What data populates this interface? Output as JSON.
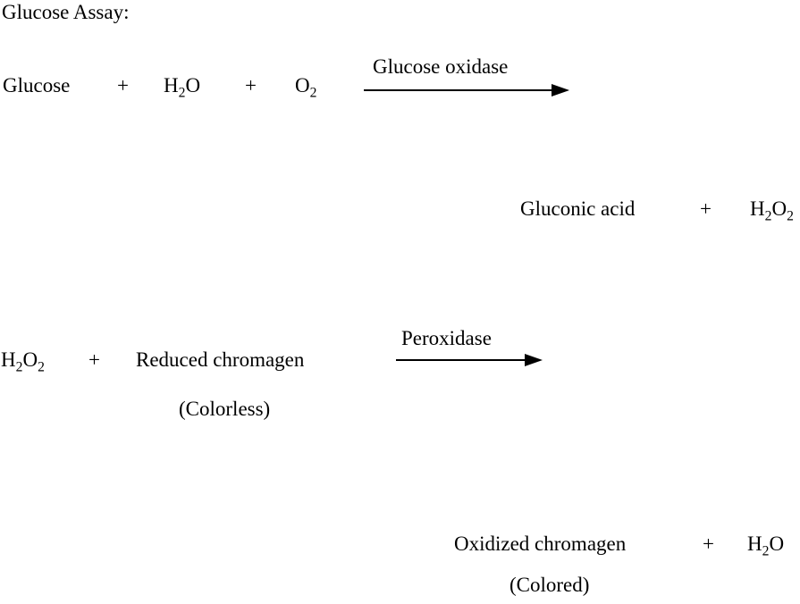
{
  "colors": {
    "text": "#000000",
    "background": "#ffffff"
  },
  "title": "Glucose Assay:",
  "plus": "+",
  "reactions": [
    {
      "enzyme": "Glucose oxidase",
      "reactants": [
        "Glucose",
        "H2O",
        "O2"
      ],
      "products": [
        "Gluconic acid",
        "H2O2"
      ],
      "reactant_note": "",
      "product_note": ""
    },
    {
      "enzyme": "Peroxidase",
      "reactants": [
        "H2O2",
        "Reduced chromagen"
      ],
      "products": [
        "Oxidized chromagen",
        "H2O"
      ],
      "reactant_note": "(Colorless)",
      "product_note": "(Colored)"
    }
  ]
}
